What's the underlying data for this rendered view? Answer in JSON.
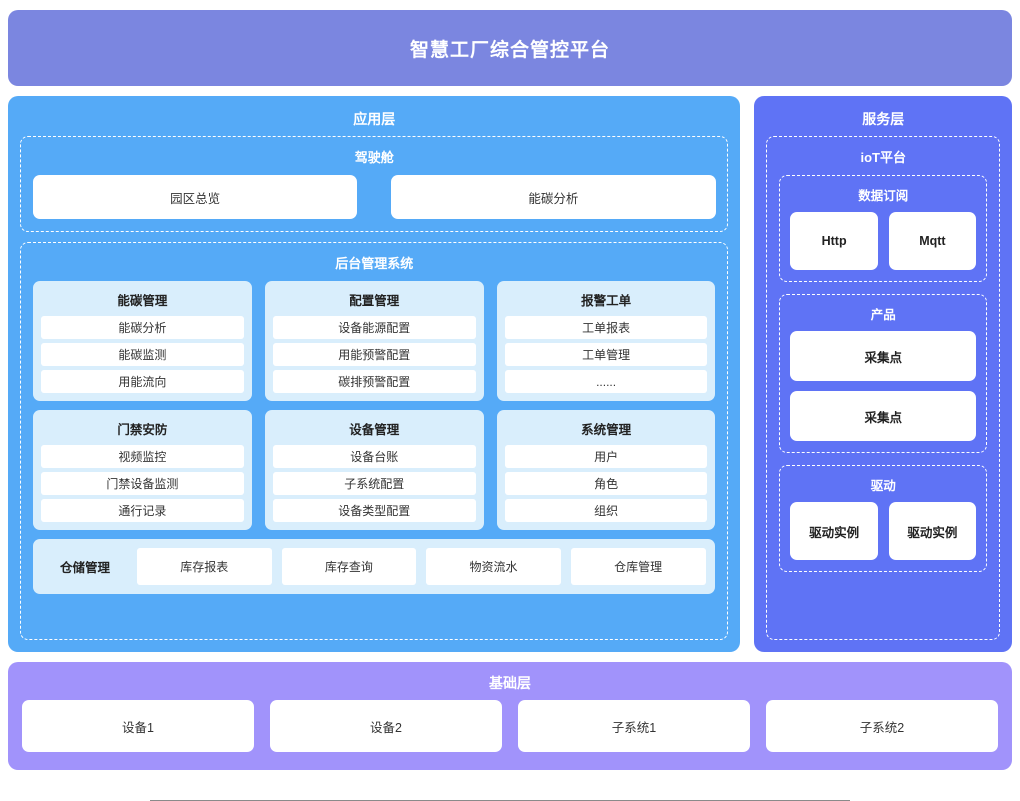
{
  "header": {
    "title": "智慧工厂综合管控平台",
    "bg_color": "#7b86e0"
  },
  "application_layer": {
    "title": "应用层",
    "bg_color": "#55aaf7",
    "cockpit": {
      "title": "驾驶舱",
      "items": [
        {
          "label": "园区总览"
        },
        {
          "label": "能碳分析"
        }
      ]
    },
    "backend": {
      "title": "后台管理系统",
      "cards": [
        {
          "title": "能碳管理",
          "items": [
            "能碳分析",
            "能碳监测",
            "用能流向"
          ]
        },
        {
          "title": "配置管理",
          "items": [
            "设备能源配置",
            "用能预警配置",
            "碳排预警配置"
          ]
        },
        {
          "title": "报警工单",
          "items": [
            "工单报表",
            "工单管理",
            "......"
          ]
        },
        {
          "title": "门禁安防",
          "items": [
            "视频监控",
            "门禁设备监测",
            "通行记录"
          ]
        },
        {
          "title": "设备管理",
          "items": [
            "设备台账",
            "子系统配置",
            "设备类型配置"
          ]
        },
        {
          "title": "系统管理",
          "items": [
            "用户",
            "角色",
            "组织"
          ]
        }
      ],
      "warehouse": {
        "label": "仓储管理",
        "items": [
          "库存报表",
          "库存查询",
          "物资流水",
          "仓库管理"
        ]
      }
    }
  },
  "service_layer": {
    "title": "服务层",
    "bg_color": "#5f73f5",
    "iot_platform": {
      "title": "ioT平台",
      "groups": [
        {
          "title": "数据订阅",
          "layout": "pair",
          "items": [
            "Http",
            "Mqtt"
          ]
        },
        {
          "title": "产品",
          "layout": "stack",
          "items": [
            "采集点",
            "采集点"
          ]
        },
        {
          "title": "驱动",
          "layout": "pair",
          "items": [
            "驱动实例",
            "驱动实例"
          ]
        }
      ]
    }
  },
  "base_layer": {
    "title": "基础层",
    "bg_color": "#a193fb",
    "items": [
      "设备1",
      "设备2",
      "子系统1",
      "子系统2"
    ]
  }
}
